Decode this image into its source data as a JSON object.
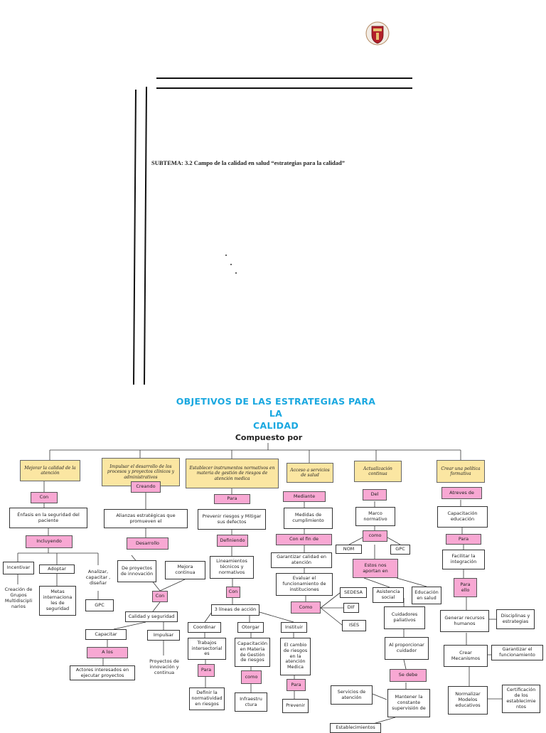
{
  "document": {
    "subtema": "SUBTEMA: 3.2 Campo de la calidad en salud “estrategias para la calidad”"
  },
  "seal": {
    "icon": "university-seal-icon"
  },
  "concept_map": {
    "title_line1": "OBJETIVOS DE LAS ESTRATEGIAS PARA LA",
    "title_line2": "CALIDAD",
    "root": "Compuesto por",
    "colors": {
      "title": "#1aa8e0",
      "connector": "#f8a8d3",
      "objective": "#fbe6a2"
    },
    "nodes": {
      "obj1": "Mejorar la calidad de la atención",
      "obj2": "Impulsar el desarrollo de los procesos y proyectos clínicos y administrativos",
      "obj3": "Establecer instrumentos normativos en materia de gestión de riesgos de atención medica",
      "obj4": "Acceso a servicios de salud",
      "obj5": "Actualización continua",
      "obj6": "Crear una política formativa",
      "c1_con": "Con",
      "c1_enfasis": "Énfasis en la seguridad del paciente",
      "c1_incluyendo": "Incluyendo",
      "c1_incentivar": "Incentivar",
      "c1_adoptar": "Adoptar",
      "c1_analizar": "Analizar, capacitar , diseñar",
      "c1_creacion": "Creación de Grupos Multidiscipli narios",
      "c1_metas": "Metas internaciona les de seguridad",
      "c1_gpc": "GPC",
      "c2_creando": "Creando",
      "c2_alianzas": "Alianzas estratégicas que promueven el",
      "c2_desarrollo": "Desarrollo",
      "c2_proyectos": "De proyectos de innovación",
      "c2_mejora": "Mejora continua",
      "c2_con": "Con",
      "c2_calidad": "Calidad y seguridad",
      "c2_capacitar": "Capacitar",
      "c2_impulsar": "Impulsar",
      "c2_alos": "A los",
      "c2_actores": "Actores interesados en ejecutar proyectos",
      "c2_proyinnov": "Proyectos de innovación y continua",
      "c3_para": "Para",
      "c3_prevenir": "Prevenir riesgos y Mitigar sus defectos",
      "c3_definiendo": "Definiendo",
      "c3_lineamientos": "Lineamientos técnicos y normativos",
      "c3_con": "Con",
      "c3_lineas": "3 líneas de acción",
      "c3_coordinar": "Coordinar",
      "c3_otorgar": "Otorgar",
      "c3_instituir": "Instituir",
      "c3_trabajos": "Trabajos intersectorial es",
      "c3_capacitacion": "Capacitación en Materia de Gestión de riesgos",
      "c3_cambio": "El cambio de riesgos en la atención Medica",
      "c3_para2": "Para",
      "c3_como": "como",
      "c3_para3": "Para",
      "c3_definir": "Definir la normatividad en riesgos",
      "c3_infra": "Infraestru ctura",
      "c3_prevenir2": "Prevenir",
      "c4_mediante": "Mediante",
      "c4_medidas": "Medidas de cumplimiento",
      "c4_confin": "Con el fin de",
      "c4_garantizar": "Garantizar calidad en atención",
      "c4_evaluar": "Evaluar el funcionamiento de instituciones",
      "c4_como": "Como",
      "c4_sedesa": "SEDESA",
      "c4_dif": "DIF",
      "c4_isses": "ISES",
      "c5_del": "Del",
      "c5_marco": "Marco normativo",
      "c5_como": "como",
      "c5_nom": "NOM",
      "c5_gpc": "GPC",
      "c5_estos": "Estos nos aportan en",
      "c5_asistencia": "Asistencia social",
      "c5_educacion": "Educación en salud",
      "c5_cuidadores": "Cuidadores paliativos",
      "c5_proporcionar": "Al proporcionar cuidador",
      "c5_sedebe": "Se debe",
      "c5_servicios": "Servicios de atención",
      "c5_mantener": "Mantener la constante supervisión de",
      "c5_establecimientos": "Establecimientos",
      "c6_atraves": "Atreves de",
      "c6_capacitacion": "Capacitación educación",
      "c6_para": "Para",
      "c6_facilitar": "Facilitar la integración",
      "c6_paraello": "Para ello",
      "c6_generar": "Generar recursos humanos",
      "c6_disciplinas": "Disciplinas y estrategias",
      "c6_crear": "Crear Mecanismos",
      "c6_garantizar": "Garantizar el funcionamiento",
      "c6_normalizar": "Normalizar Modelos educativos",
      "c6_certificacion": "Certificación de los establecimie ntos"
    }
  }
}
